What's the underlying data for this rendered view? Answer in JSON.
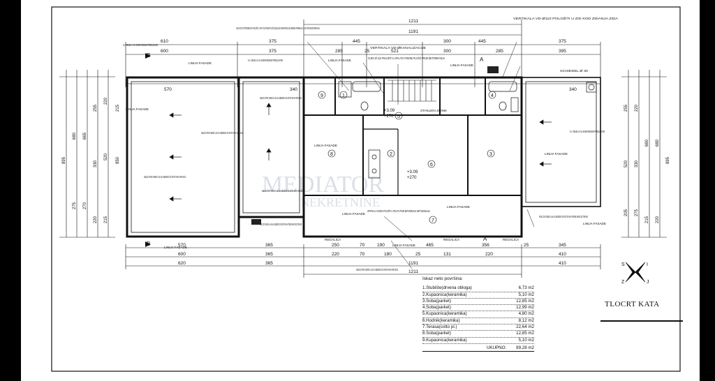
{
  "drawing": {
    "title": "TLOCRT KATA",
    "watermark": "MEDIATOR",
    "watermark_sub": "NEKRETNINE"
  },
  "dims_top": {
    "overall": "1211",
    "row2": [
      "1191"
    ],
    "row3": [
      "610",
      "375",
      "445",
      "300",
      "445",
      "375"
    ],
    "row4": [
      "600",
      "375",
      "285",
      "25",
      "521",
      "300",
      "285",
      "395"
    ],
    "row5": [
      "570",
      "340",
      "340"
    ]
  },
  "dims_bottom": {
    "row1": [
      "570",
      "365",
      "250",
      "70",
      "190",
      "465",
      "356",
      "25",
      "345"
    ],
    "row2": [
      "600",
      "365",
      "220",
      "70",
      "180",
      "25",
      "131",
      "220",
      "410"
    ],
    "row3": [
      "620",
      "365",
      "1191",
      "410"
    ],
    "overall": "1211"
  },
  "dims_left": [
    "895",
    "850",
    "680",
    "665",
    "520",
    "330",
    "255",
    "220",
    "215",
    "275",
    "270",
    "220",
    "215"
  ],
  "dims_right": [
    "895",
    "680",
    "660",
    "520",
    "330",
    "255",
    "220",
    "215",
    "220",
    "275",
    "205"
  ],
  "rooms": [
    {
      "no": "1"
    },
    {
      "no": "2"
    },
    {
      "no": "3"
    },
    {
      "no": "4"
    },
    {
      "no": "5"
    },
    {
      "no": "6"
    },
    {
      "no": "7"
    },
    {
      "no": "8"
    },
    {
      "no": "9"
    }
  ],
  "levels": {
    "main": "+3.09",
    "main2": "+270",
    "stair": "+3.09",
    "stair2": "+270"
  },
  "notes": {
    "n1": "CIJEV Ø 110 POTREBNO JE POLOŽITI U OPLATU PODNE PLOČE (NEGLIKO KONSTRUKCIJE IZMEĐU PRIZEMLJA I KATA) PRIJE BETONIRANJA",
    "n2": "VERTIKALA VD-Ø110 POLOŽITI U ZID KOD ZIDANJA ZIDA",
    "n3": "VERTIKALA VD-ØKANALIZACIJE",
    "n4": "CIJEV Ø 110 POLOŽITI U OPLATU PODNE PLOČE PRIJE BETONIRANJA",
    "n5": "ABLDO ATIKE VISINE h=40 cm NJEDEKO OD KOTE VRHA ARPLOCE",
    "n6": "VERTIKALA VD-Ø110 POLOŽITI U OPLATU PRIJE BETONIRANJA VERT.SEDNALIZA",
    "n7": "PUNC ZID VISINE h=184 cm NJEDENO OD KOTE VRHA PODNE ABPLOCE TERASE",
    "n8": "SCHIEDEL Ø 30",
    "n9": "K.V. 35x35 cm SA SKIDRHOSNIM PREDLOVOM"
  },
  "labels": {
    "linija_fasade": "LINIJA FASADE",
    "regalica": "REGALICA",
    "stair_label": "STAKLENI ZIDNIK"
  },
  "compass": {
    "n1": "S",
    "n2": "I",
    "n3": "Z",
    "n4": "J"
  },
  "section_marks": {
    "a": "A",
    "b": "B"
  },
  "areas": {
    "header": "Iskaz neto površina:",
    "rows": [
      {
        "name": "1.Stubište(drvena obloga)",
        "value": "6,73",
        "unit": "m2"
      },
      {
        "name": "2.Kupaonica(keramika)",
        "value": "5,10",
        "unit": "m2"
      },
      {
        "name": "3.Soba(parket)",
        "value": "12,85",
        "unit": "m2"
      },
      {
        "name": "4.Soba(parket)",
        "value": "12,99",
        "unit": "m2"
      },
      {
        "name": "5.Kupaonica(keramika)",
        "value": "4,80",
        "unit": "m2"
      },
      {
        "name": "6.Hodnik(keramika)",
        "value": "8,12",
        "unit": "m2"
      },
      {
        "name": "7.Terasa(cotto pl.)",
        "value": "22,64",
        "unit": "m2"
      },
      {
        "name": "8.Soba(parket)",
        "value": "12,85",
        "unit": "m2"
      },
      {
        "name": "9.Kupaonica(keramika)",
        "value": "5,10",
        "unit": "m2"
      }
    ],
    "total_label": "UKUPNO:",
    "total_value": "89,28",
    "total_unit": "m2"
  }
}
